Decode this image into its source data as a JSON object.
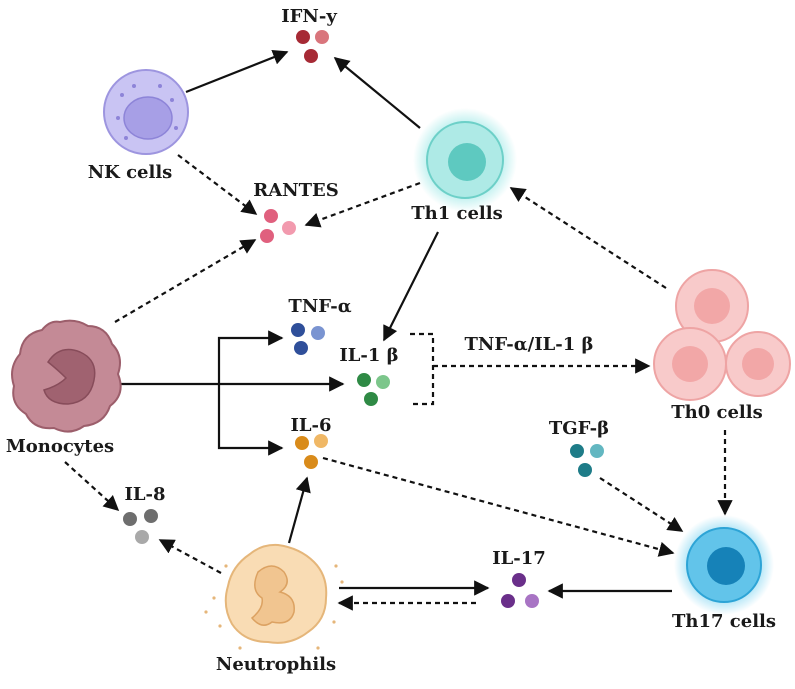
{
  "labels": {
    "ifn_y": "IFN-y",
    "nk_cells": "NK cells",
    "rantes": "RANTES",
    "th1_cells": "Th1 cells",
    "tnf_a": "TNF-α",
    "il_1b": "IL-1 β",
    "tnf_a_il_1b": "TNF-α/IL-1 β",
    "th0_cells": "Th0 cells",
    "monocytes": "Monocytes",
    "il_6": "IL-6",
    "tgf_b": "TGF-β",
    "il_8": "IL-8",
    "il_17": "IL-17",
    "th17_cells": "Th17 cells",
    "neutrophils": "Neutrophils"
  },
  "colors": {
    "ifn_y": "#a62a35",
    "rantes": "#e0607e",
    "tnf_a": "#2f4f9a",
    "il_1b": "#2f8a45",
    "il_6": "#d98b1a",
    "tgf_b": "#1e7c88",
    "il_8": "#6e6e6e",
    "il_17": "#6a2f8a",
    "nk": "#b9b3ec",
    "th1": "#7fd6d0",
    "th0": "#f4b6b6",
    "th17": "#2da4d6",
    "monocyte": "#b6717e",
    "neutrophil": "#f6cf9c"
  },
  "arrows": [
    {
      "from": "NK cells",
      "to": "IFN-y",
      "style": "solid"
    },
    {
      "from": "Th1 cells",
      "to": "IFN-y",
      "style": "solid"
    },
    {
      "from": "NK cells",
      "to": "RANTES",
      "style": "dashed"
    },
    {
      "from": "Th1 cells",
      "to": "RANTES",
      "style": "dashed"
    },
    {
      "from": "Monocytes",
      "to": "RANTES",
      "style": "dashed"
    },
    {
      "from": "Th0 cells",
      "to": "Th1 cells",
      "style": "dashed"
    },
    {
      "from": "Th1 cells",
      "to": "IL-1 β",
      "style": "solid"
    },
    {
      "from": "Monocytes",
      "to": "TNF-α",
      "style": "solid"
    },
    {
      "from": "Monocytes",
      "to": "IL-1 β",
      "style": "solid"
    },
    {
      "from": "Monocytes",
      "to": "IL-6",
      "style": "solid"
    },
    {
      "from": "TNF-α/IL-1 β",
      "to": "Th0 cells",
      "style": "dashed"
    },
    {
      "from": "Th0 cells",
      "to": "Th17 cells",
      "style": "dashed"
    },
    {
      "from": "TGF-β",
      "to": "Th17 cells",
      "style": "dashed"
    },
    {
      "from": "IL-6",
      "to": "Th17 cells",
      "style": "dashed"
    },
    {
      "from": "Monocytes",
      "to": "IL-8",
      "style": "dashed"
    },
    {
      "from": "Neutrophils",
      "to": "IL-8",
      "style": "dashed"
    },
    {
      "from": "Neutrophils",
      "to": "IL-6",
      "style": "solid"
    },
    {
      "from": "Th17 cells",
      "to": "IL-17",
      "style": "solid"
    },
    {
      "from": "Neutrophils",
      "to": "IL-17",
      "style": "solid"
    },
    {
      "from": "IL-17",
      "to": "Neutrophils",
      "style": "dashed"
    }
  ]
}
